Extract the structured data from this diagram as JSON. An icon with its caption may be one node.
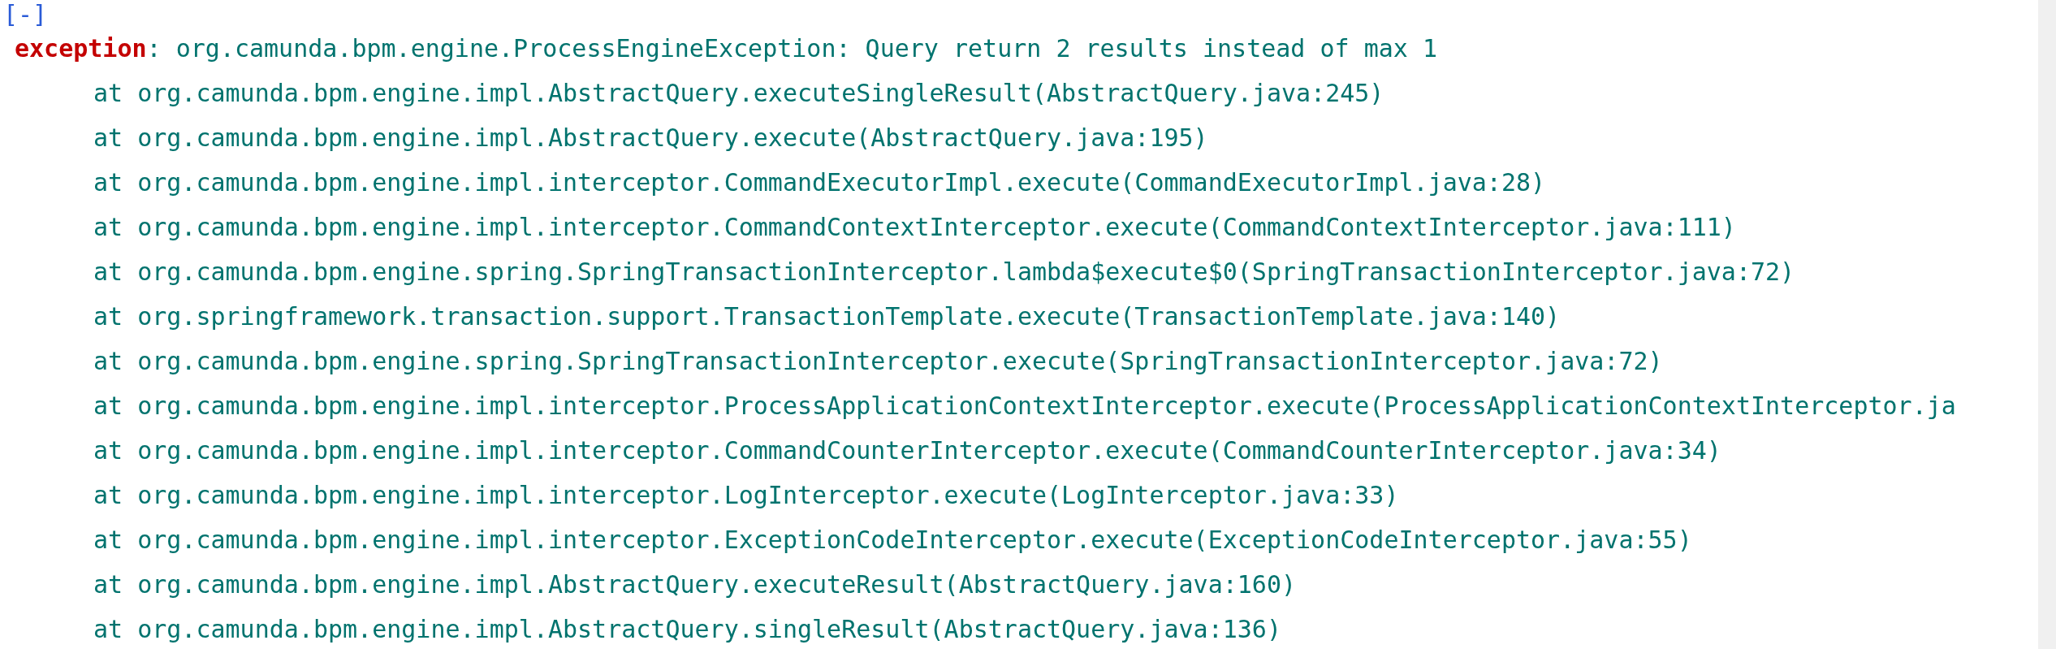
{
  "diagram": {
    "labels": [
      "[-]",
      "**exception**: org.camunda.bpm.engine.ProcessEngineException: Query return 2 results instead of max 1",
      "at org.camunda.bpm.engine.impl.AbstractQuery.executeSingleResult(AbstractQuery.java:245)",
      "at org.camunda.bpm.engine.impl.AbstractQuery.execute(AbstractQuery.java:195)",
      "at org.camunda.bpm.engine.impl.interceptor.CommandExecutorImpl.execute(CommandExecutorImpl.java:28)",
      "at org.camunda.bpm.engine.impl.interceptor.CommandContextInterceptor.execute(CommandContextInterceptor.java:111)",
      "at org.camunda.bpm.engine.spring.SpringTransactionInterceptor.lambda$execute$0(SpringTransactionInterceptor.java:72)",
      "at org.springframework.transaction.support.TransactionTemplate.execute(TransactionTemplate.java:140)",
      "at org.camunda.bpm.engine.spring.SpringTransactionInterceptor.execute(SpringTransactionInterceptor.java:72)",
      "at org.camunda.bpm.engine.impl.interceptor.ProcessApplicationContextInterceptor.execute(ProcessApplicationContextInterceptor.ja",
      "at org.camunda.bpm.engine.impl.interceptor.CommandCounterInterceptor.execute(CommandCounterInterceptor.java:34)",
      "at org.camunda.bpm.engine.impl.interceptor.LogInterceptor.execute(LogInterceptor.java:33)",
      "at org.camunda.bpm.engine.impl.interceptor.ExceptionCodeInterceptor.execute(ExceptionCodeInterceptor.java:55)",
      "at org.camunda.bpm.engine.impl.AbstractQuery.executeResult(AbstractQuery.java:160)",
      "at org.camunda.bpm.engine.impl.AbstractQuery.singleResult(AbstractQuery.java:136)"
    ]
  }
}
